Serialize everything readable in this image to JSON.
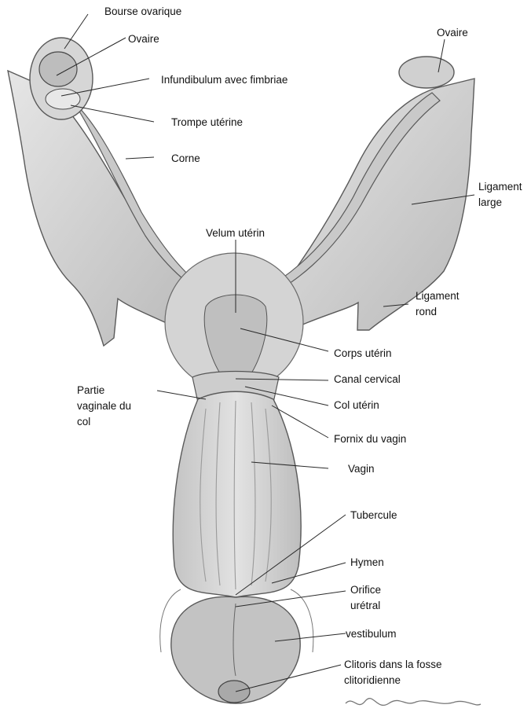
{
  "labels": {
    "bourse_ovarique": "Bourse ovarique",
    "ovaire_gauche": "Ovaire",
    "infundibulum": "Infundibulum avec fimbriae",
    "trompe": "Trompe utérine",
    "corne": "Corne",
    "ovaire_droit": "Ovaire",
    "ligament_large": [
      "Ligament",
      "large"
    ],
    "velum": "Velum utérin",
    "ligament_rond": [
      "Ligament",
      "rond"
    ],
    "corps_uterin": "Corps utérin",
    "canal_cervical": "Canal cervical",
    "col_uterin": "Col utérin",
    "partie_vaginale": [
      "Partie",
      "vaginale du",
      "col"
    ],
    "fornix": "Fornix du vagin",
    "vagin": "Vagin",
    "tubercule": "Tubercule",
    "hymen": "Hymen",
    "orifice": [
      "Orifice",
      "urétral"
    ],
    "vestibulum": "vestibulum",
    "clitoris": [
      "Clitoris dans la fosse",
      "clitoridienne"
    ]
  },
  "colors": {
    "tissue": "#d9d9d9",
    "tissue_dark": "#9c9c9c",
    "outline": "#5a5a5a",
    "label": "#111111"
  }
}
